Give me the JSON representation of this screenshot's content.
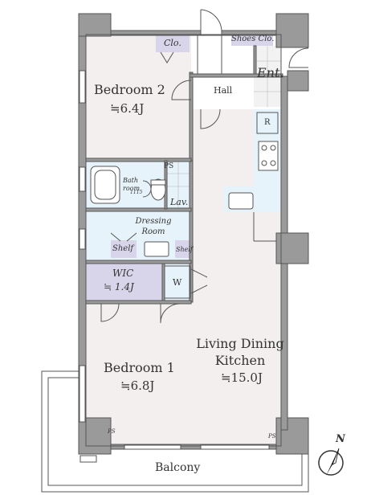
{
  "rooms": {
    "bedroom2": {
      "name": "Bedroom 2",
      "area": "≒6.4J"
    },
    "bedroom1": {
      "name": "Bedroom 1",
      "area": "≒6.8J"
    },
    "ldk": {
      "name_line1": "Living Dining",
      "name_line2": "Kitchen",
      "area": "≒15.0J"
    },
    "wic": {
      "name": "WIC",
      "area": "≒ 1.4J"
    },
    "dressing": {
      "line1": "Dressing",
      "line2": "Room"
    },
    "bath": {
      "line1": "Bath",
      "line2": "room",
      "size": "1115"
    }
  },
  "labels": {
    "closet": "Clo.",
    "shoes_closet": "Shoes Clo.",
    "entrance": "Ent.",
    "hall": "Hall",
    "refrigerator": "R",
    "pipe_space": "PS",
    "lavatory": "Lav.",
    "shelf_left": "Shelf",
    "shelf_right": "Shelf",
    "washer": "W",
    "ps_bedroom1": "PS",
    "ps_ldk": "PS",
    "balcony": "Balcony",
    "north": "N"
  },
  "colors": {
    "wall": "#9a9a9a",
    "wall_outline": "#555555",
    "bedroom_floor": "#f4efef",
    "wet_area": "#e6f3fb",
    "closet": "#d8d4ea",
    "entrance_tile": "#f2f2f2"
  }
}
